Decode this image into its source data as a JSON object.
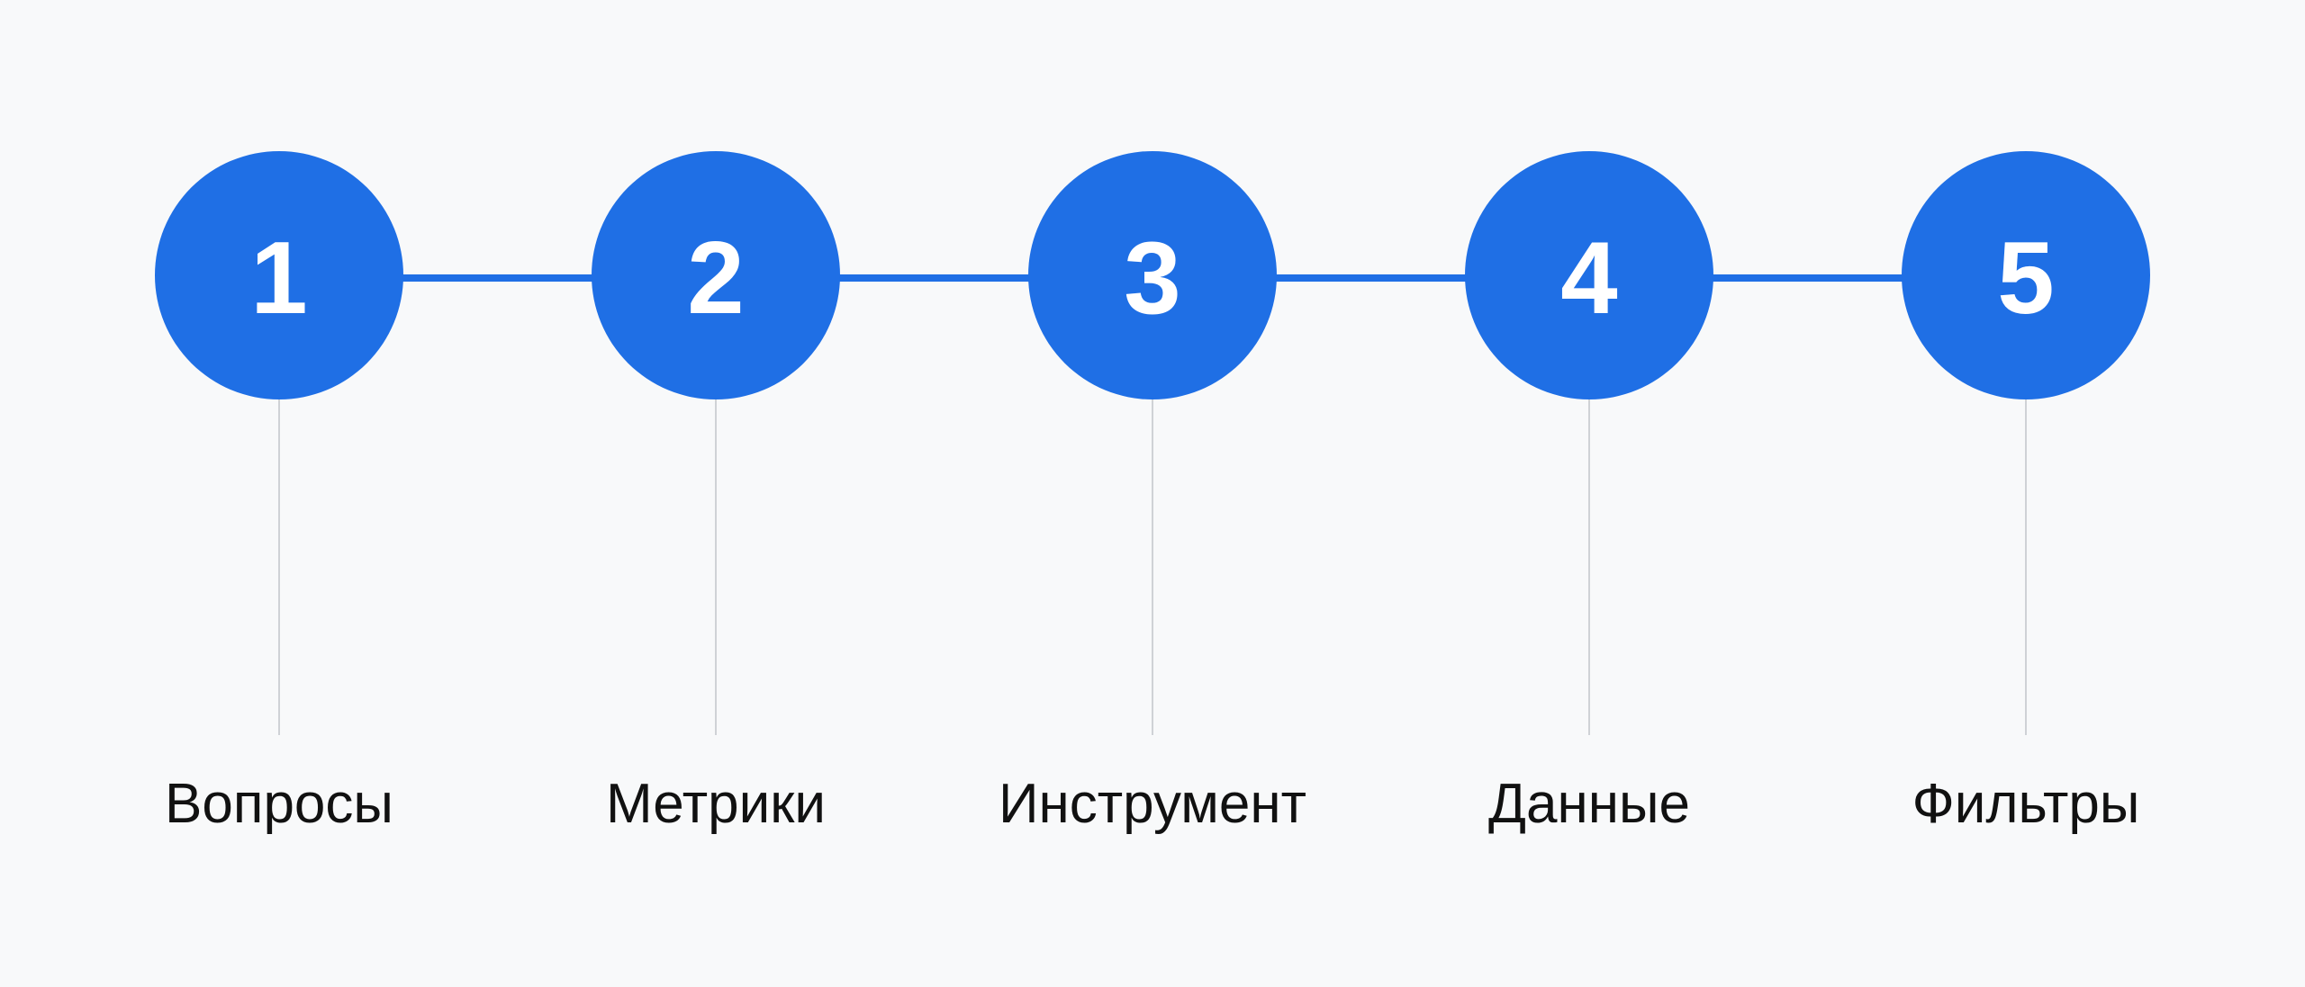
{
  "colors": {
    "background": "#f8f9fa",
    "accent": "#1f6fe5",
    "stem": "#cfd2d6",
    "label_text": "#111111",
    "number_text": "#ffffff"
  },
  "steps": [
    {
      "number": "1",
      "label": "Вопросы"
    },
    {
      "number": "2",
      "label": "Метрики"
    },
    {
      "number": "3",
      "label": "Инструмент"
    },
    {
      "number": "4",
      "label": "Данные"
    },
    {
      "number": "5",
      "label": "Фильтры"
    }
  ]
}
